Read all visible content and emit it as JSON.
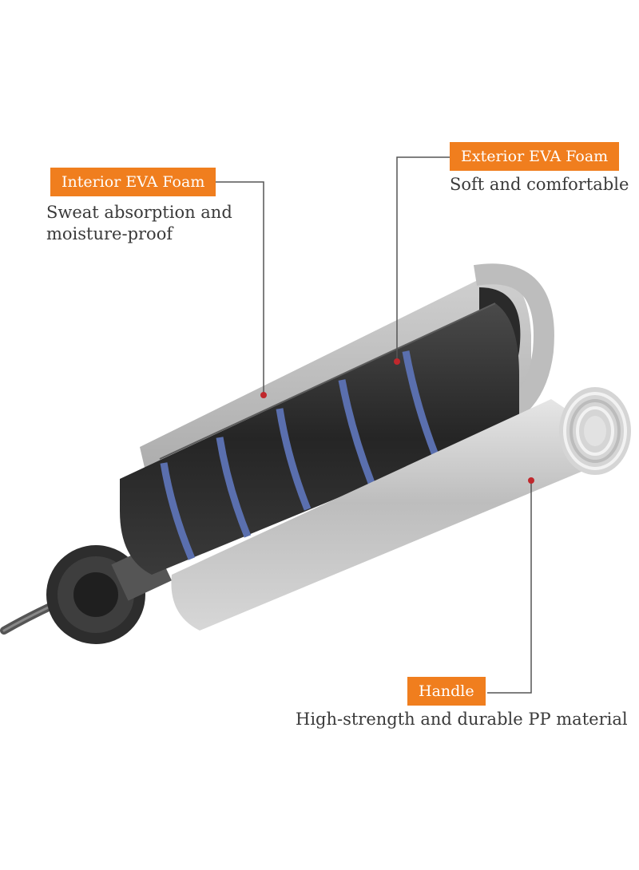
{
  "callouts": {
    "interior": {
      "label": "Interior EVA Foam",
      "desc_lines": [
        "Sweat absorption and",
        "moisture-proof"
      ]
    },
    "exterior": {
      "label": "Exterior EVA Foam",
      "desc_lines": [
        "Soft and comfortable"
      ]
    },
    "handle": {
      "label": "Handle",
      "desc_lines": [
        "High-strength and durable PP material"
      ]
    }
  },
  "colors": {
    "tag_bg": "#f07e1e",
    "tag_text": "#ffffff",
    "leader_line": "#555555",
    "marker_dot": "#c0282d",
    "foam_dark": "#2a2a2a",
    "foam_seam": "#5a6fae",
    "handle_silver": "#c9c9c9"
  }
}
